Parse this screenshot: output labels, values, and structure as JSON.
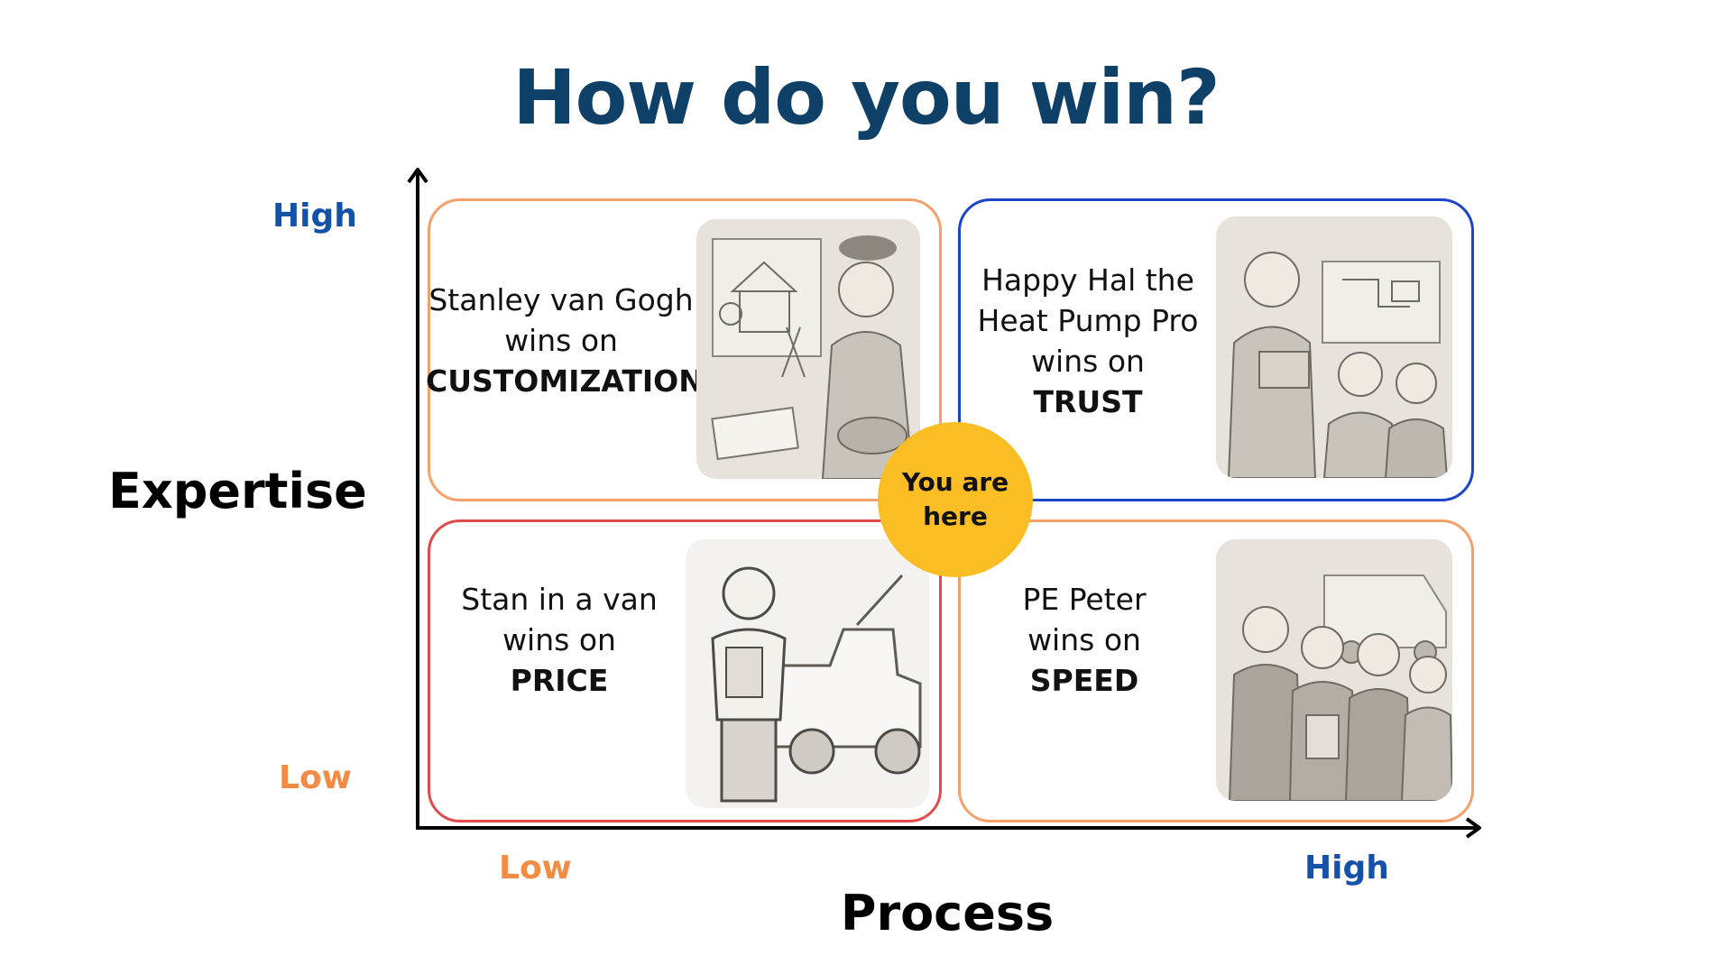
{
  "title": "How do you win?",
  "axes": {
    "y_title": "Expertise",
    "x_title": "Process",
    "y_high": "High",
    "y_low": "Low",
    "x_low": "Low",
    "x_high": "High"
  },
  "quadrants": {
    "top_left": {
      "lines": [
        "Stanley van Gogh",
        "wins on"
      ],
      "keyword": "CUSTOMIZATION",
      "image": "artist-drawing-hvac-plan-sketch"
    },
    "top_right": {
      "lines": [
        "Happy Hal the",
        "Heat Pump Pro",
        "wins on"
      ],
      "keyword": "TRUST",
      "image": "technician-with-tablet-and-happy-customers-sketch"
    },
    "bottom_left": {
      "lines": [
        "Stan in a van",
        "wins on"
      ],
      "keyword": "PRICE",
      "image": "stressed-man-with-clipboard-and-truck-sketch"
    },
    "bottom_right": {
      "lines": [
        "PE Peter",
        "wins on"
      ],
      "keyword": "SPEED",
      "image": "private-equity-team-selfie-with-van-sketch"
    }
  },
  "badge": {
    "line1": "You are",
    "line2": "here"
  },
  "colors": {
    "title": "#0f4168",
    "high": "#1452a9",
    "low": "#f28c45",
    "quadrant_orange": "#f3a06a",
    "quadrant_blue": "#1b45c9",
    "quadrant_red": "#e04a4a",
    "badge": "#fbbd24"
  }
}
